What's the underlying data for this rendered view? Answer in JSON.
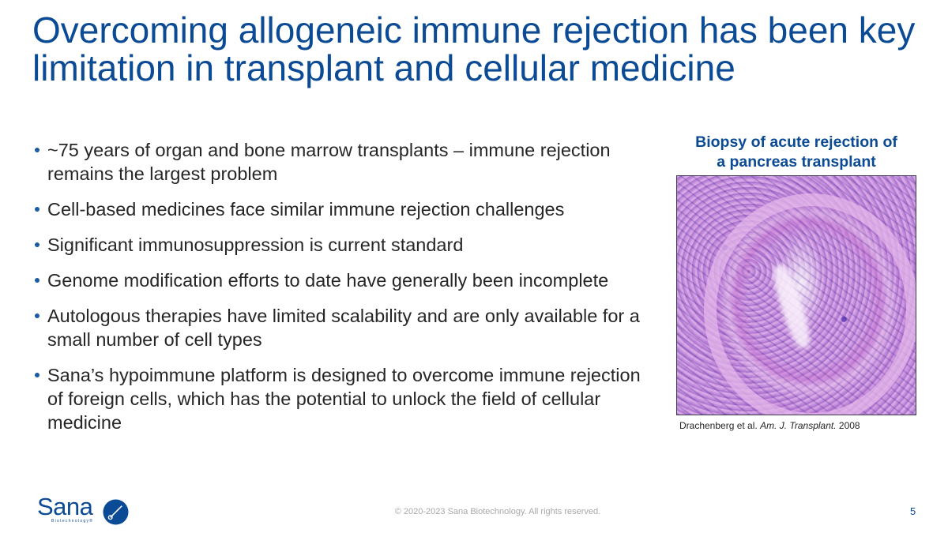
{
  "slide": {
    "title_lines": [
      "Overcoming allogeneic immune rejection has been key",
      "limitation in transplant and cellular medicine"
    ],
    "bullets": [
      "~75 years of organ and bone marrow transplants – immune rejection remains the largest problem",
      "Cell-based medicines face similar immune rejection challenges",
      "Significant immunosuppression is current standard",
      "Genome modification efforts to date have generally been incomplete",
      "Autologous therapies have limited scalability and are only available for a small number of cell types",
      "Sana’s hypoimmune platform is designed to overcome immune rejection of foreign cells, which has the potential to unlock the field of cellular medicine"
    ],
    "figure": {
      "caption_lines": [
        "Biopsy of acute rejection of",
        "a pancreas transplant"
      ],
      "image_label": "H&E histology micrograph of acute rejection",
      "citation": {
        "authors": "Drachenberg et al.",
        "journal": "Am. J. Transplant.",
        "year": "2008"
      }
    }
  },
  "footer": {
    "logo": {
      "wordmark": "Sana",
      "subtitle": "Biotechnology®"
    },
    "copyright": "© 2020-2023 Sana Biotechnology. All rights reserved.",
    "page_number": "5"
  },
  "colors": {
    "brand_blue": "#0b4a94",
    "body_text": "#262626",
    "footer_gray": "#a8a8a8"
  }
}
